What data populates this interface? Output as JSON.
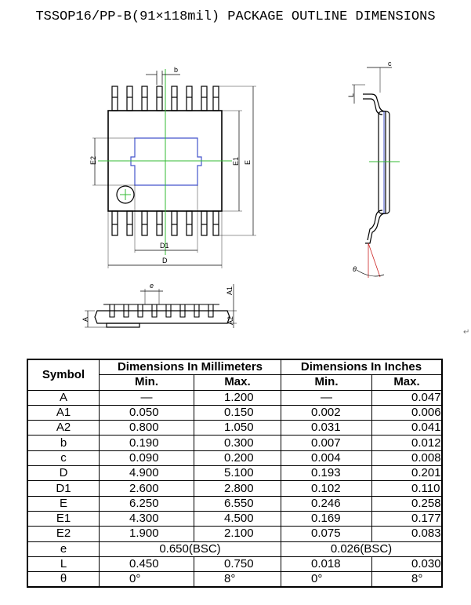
{
  "title": "TSSOP16/PP-B(91×118mil) PACKAGE OUTLINE DIMENSIONS",
  "drawing_labels": {
    "b": "b",
    "c": "c",
    "L": "L",
    "E2": "E2",
    "E1": "E1",
    "E": "E",
    "D1": "D1",
    "D": "D",
    "theta": "θ",
    "e": "e",
    "A": "A",
    "A1": "A1",
    "A2": "A2"
  },
  "table": {
    "symbol_header": "Symbol",
    "mm_header": "Dimensions In Millimeters",
    "in_header": "Dimensions In Inches",
    "min_label": "Min.",
    "max_label": "Max.",
    "rows": [
      {
        "symbol": "A",
        "mm_min": "—",
        "mm_max": "1.200",
        "in_min": "—",
        "in_max": "0.047"
      },
      {
        "symbol": "A1",
        "mm_min": "0.050",
        "mm_max": "0.150",
        "in_min": "0.002",
        "in_max": "0.006"
      },
      {
        "symbol": "A2",
        "mm_min": "0.800",
        "mm_max": "1.050",
        "in_min": "0.031",
        "in_max": "0.041"
      },
      {
        "symbol": "b",
        "mm_min": "0.190",
        "mm_max": "0.300",
        "in_min": "0.007",
        "in_max": "0.012"
      },
      {
        "symbol": "c",
        "mm_min": "0.090",
        "mm_max": "0.200",
        "in_min": "0.004",
        "in_max": "0.008"
      },
      {
        "symbol": "D",
        "mm_min": "4.900",
        "mm_max": "5.100",
        "in_min": "0.193",
        "in_max": "0.201"
      },
      {
        "symbol": "D1",
        "mm_min": "2.600",
        "mm_max": "2.800",
        "in_min": "0.102",
        "in_max": "0.110"
      },
      {
        "symbol": "E",
        "mm_min": "6.250",
        "mm_max": "6.550",
        "in_min": "0.246",
        "in_max": "0.258"
      },
      {
        "symbol": "E1",
        "mm_min": "4.300",
        "mm_max": "4.500",
        "in_min": "0.169",
        "in_max": "0.177"
      },
      {
        "symbol": "E2",
        "mm_min": "1.900",
        "mm_max": "2.100",
        "in_min": "0.075",
        "in_max": "0.083"
      },
      {
        "symbol": "e",
        "mm_span": "0.650(BSC)",
        "in_span": "0.026(BSC)"
      },
      {
        "symbol": "L",
        "mm_min": "0.450",
        "mm_max": "0.750",
        "in_min": "0.018",
        "in_max": "0.030"
      },
      {
        "symbol": "θ",
        "mm_min": "0°",
        "mm_max": "8°",
        "in_min": "0°",
        "in_max": "8°"
      }
    ]
  },
  "colors": {
    "centerline": "#33bb33",
    "pad": "#4455cc",
    "line": "#000000",
    "arrow": "#cc2222"
  }
}
